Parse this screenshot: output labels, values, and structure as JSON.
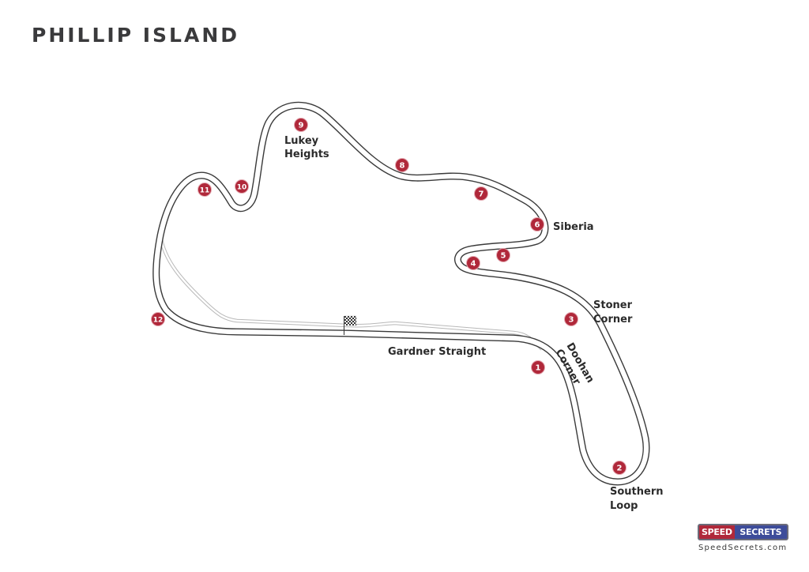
{
  "title": "PHILLIP ISLAND",
  "colors": {
    "track_outline": "#3a3a3a",
    "pit_lane": "#b5b5b5",
    "turn_marker": "#b0283a",
    "logo_red": "#b0283a",
    "logo_blue": "#3d4c9a"
  },
  "turns": [
    {
      "number": "1"
    },
    {
      "number": "2"
    },
    {
      "number": "3"
    },
    {
      "number": "4"
    },
    {
      "number": "5"
    },
    {
      "number": "6"
    },
    {
      "number": "7"
    },
    {
      "number": "8"
    },
    {
      "number": "9"
    },
    {
      "number": "10"
    },
    {
      "number": "11"
    },
    {
      "number": "12"
    }
  ],
  "labels": {
    "gardner_straight": "Gardner Straight",
    "doohan_line1": "Doohan",
    "doohan_line2": "Corner",
    "stoner_line1": "Stoner",
    "stoner_line2": "Corner",
    "southern_line1": "Southern",
    "southern_line2": "Loop",
    "siberia": "Siberia",
    "lukey_line1": "Lukey",
    "lukey_line2": "Heights"
  },
  "icons": {
    "start_finish": "checkered-flag-icon"
  },
  "logo": {
    "speed": "SPEED",
    "secrets": "SECRETS",
    "website": "SpeedSecrets.com"
  }
}
